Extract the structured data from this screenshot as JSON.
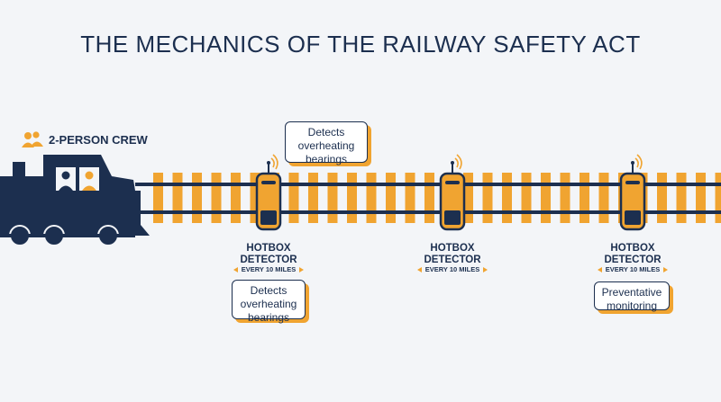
{
  "title": "THE MECHANICS OF THE RAILWAY SAFETY ACT",
  "crew": {
    "label": "2-PERSON CREW",
    "icon": "people-icon"
  },
  "detectors": [
    {
      "line1": "HOTBOX",
      "line2": "DETECTOR",
      "frequency": "EVERY 10 MILES",
      "top_note": "Detects overheating bearings",
      "bottom_note": "Detects overheating bearings"
    },
    {
      "line1": "HOTBOX",
      "line2": "DETECTOR",
      "frequency": "EVERY 10 MILES"
    },
    {
      "line1": "HOTBOX",
      "line2": "DETECTOR",
      "frequency": "EVERY 10 MILES",
      "bottom_note": "Preventative monitoring"
    }
  ],
  "colors": {
    "navy": "#1c2f4f",
    "orange": "#f0a431",
    "background": "#f3f5f8"
  }
}
